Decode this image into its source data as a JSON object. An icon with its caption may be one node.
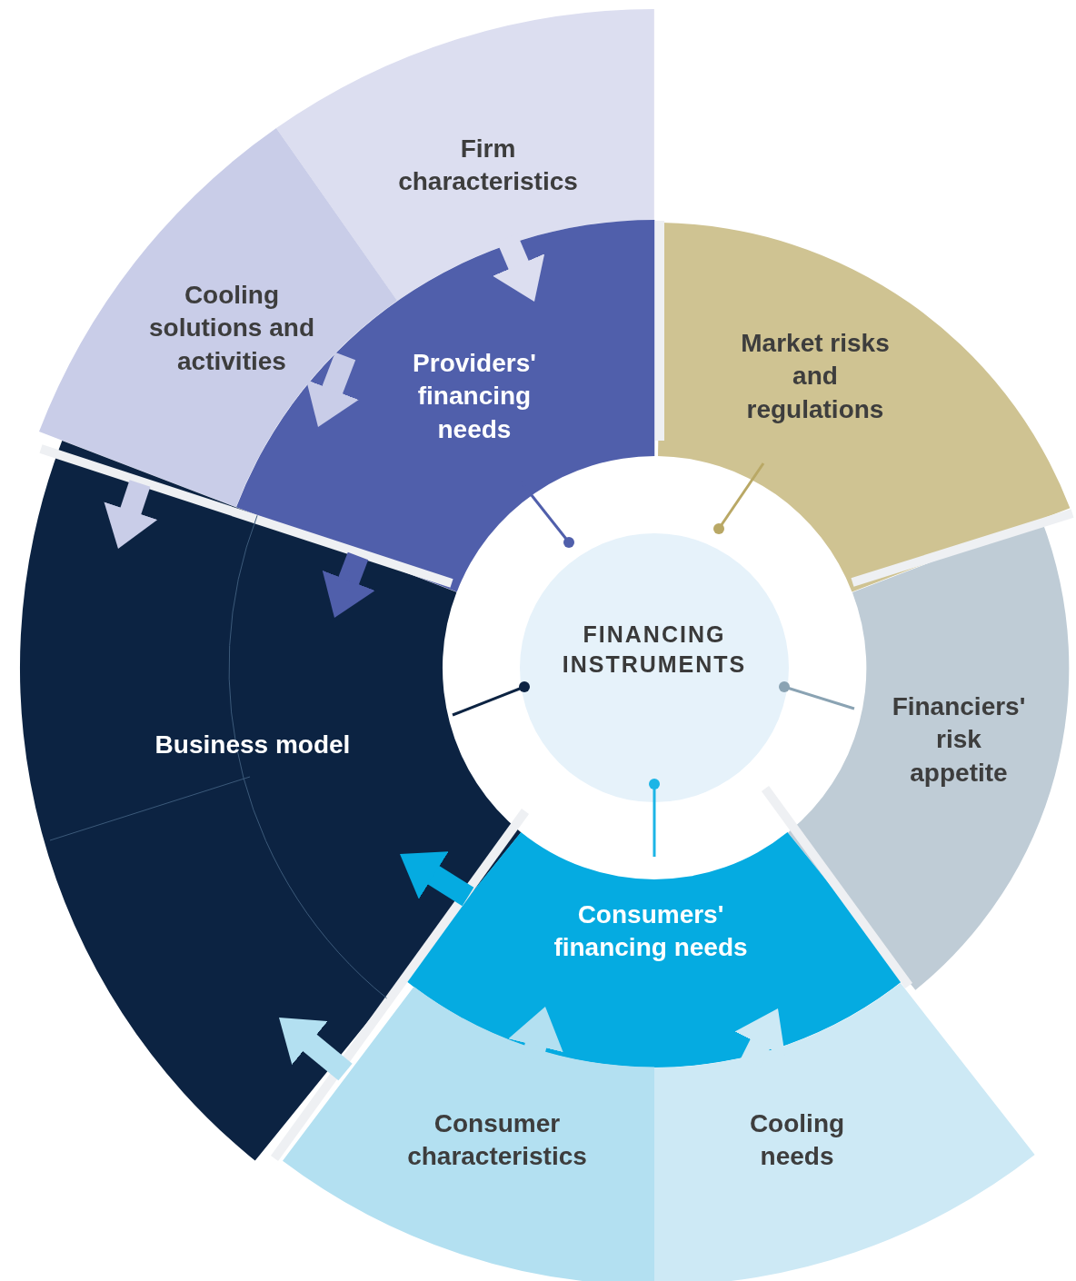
{
  "diagram": {
    "nodes": [
      {
        "text": [
          "Firm characteristics"
        ]
      },
      {
        "text": [
          "Cooling solutions and activities"
        ]
      },
      {
        "text": [
          "Providers' financing needs"
        ]
      },
      {
        "text": [
          "Market risks and regulations"
        ]
      },
      {
        "text": [
          "Financiers' risk appetite"
        ]
      },
      {
        "text": [
          "Business model"
        ]
      },
      {
        "text": [
          "Consumers' financing needs"
        ]
      },
      {
        "text": [
          "Consumer characteristics"
        ]
      },
      {
        "text": [
          "Cooling needs"
        ]
      },
      {
        "text": [
          "FINANCING INSTRUMENTS"
        ]
      }
    ],
    "edges": [
      {
        "from": 0,
        "to": 2,
        "arrow": "to",
        "color": "#dcdef0"
      },
      {
        "from": 1,
        "to": 2,
        "arrow": "to",
        "color": "#c9cde8"
      },
      {
        "from": 1,
        "to": 5,
        "arrow": "to",
        "color": "#c9cde8"
      },
      {
        "from": 2,
        "to": 5,
        "arrow": "to",
        "color": "#505fab"
      },
      {
        "from": 6,
        "to": 5,
        "arrow": "to",
        "color": "#05abe1"
      },
      {
        "from": 7,
        "to": 5,
        "arrow": "to",
        "color": "#b3e0f1"
      },
      {
        "from": 7,
        "to": 6,
        "arrow": "to",
        "color": "#b3e0f1"
      },
      {
        "from": 8,
        "to": 6,
        "arrow": "to",
        "color": "#cde9f5"
      },
      {
        "from": 2,
        "to": 9,
        "arrow": "other",
        "color": "#505fab"
      },
      {
        "from": 3,
        "to": 9,
        "arrow": "other",
        "color": "#b9a865"
      },
      {
        "from": 4,
        "to": 9,
        "arrow": "other",
        "color": "#8aa3b3"
      },
      {
        "from": 6,
        "to": 9,
        "arrow": "other",
        "color": "#1cb5e6"
      },
      {
        "from": 5,
        "to": 9,
        "arrow": "other",
        "color": "#0c2342"
      }
    ]
  }
}
